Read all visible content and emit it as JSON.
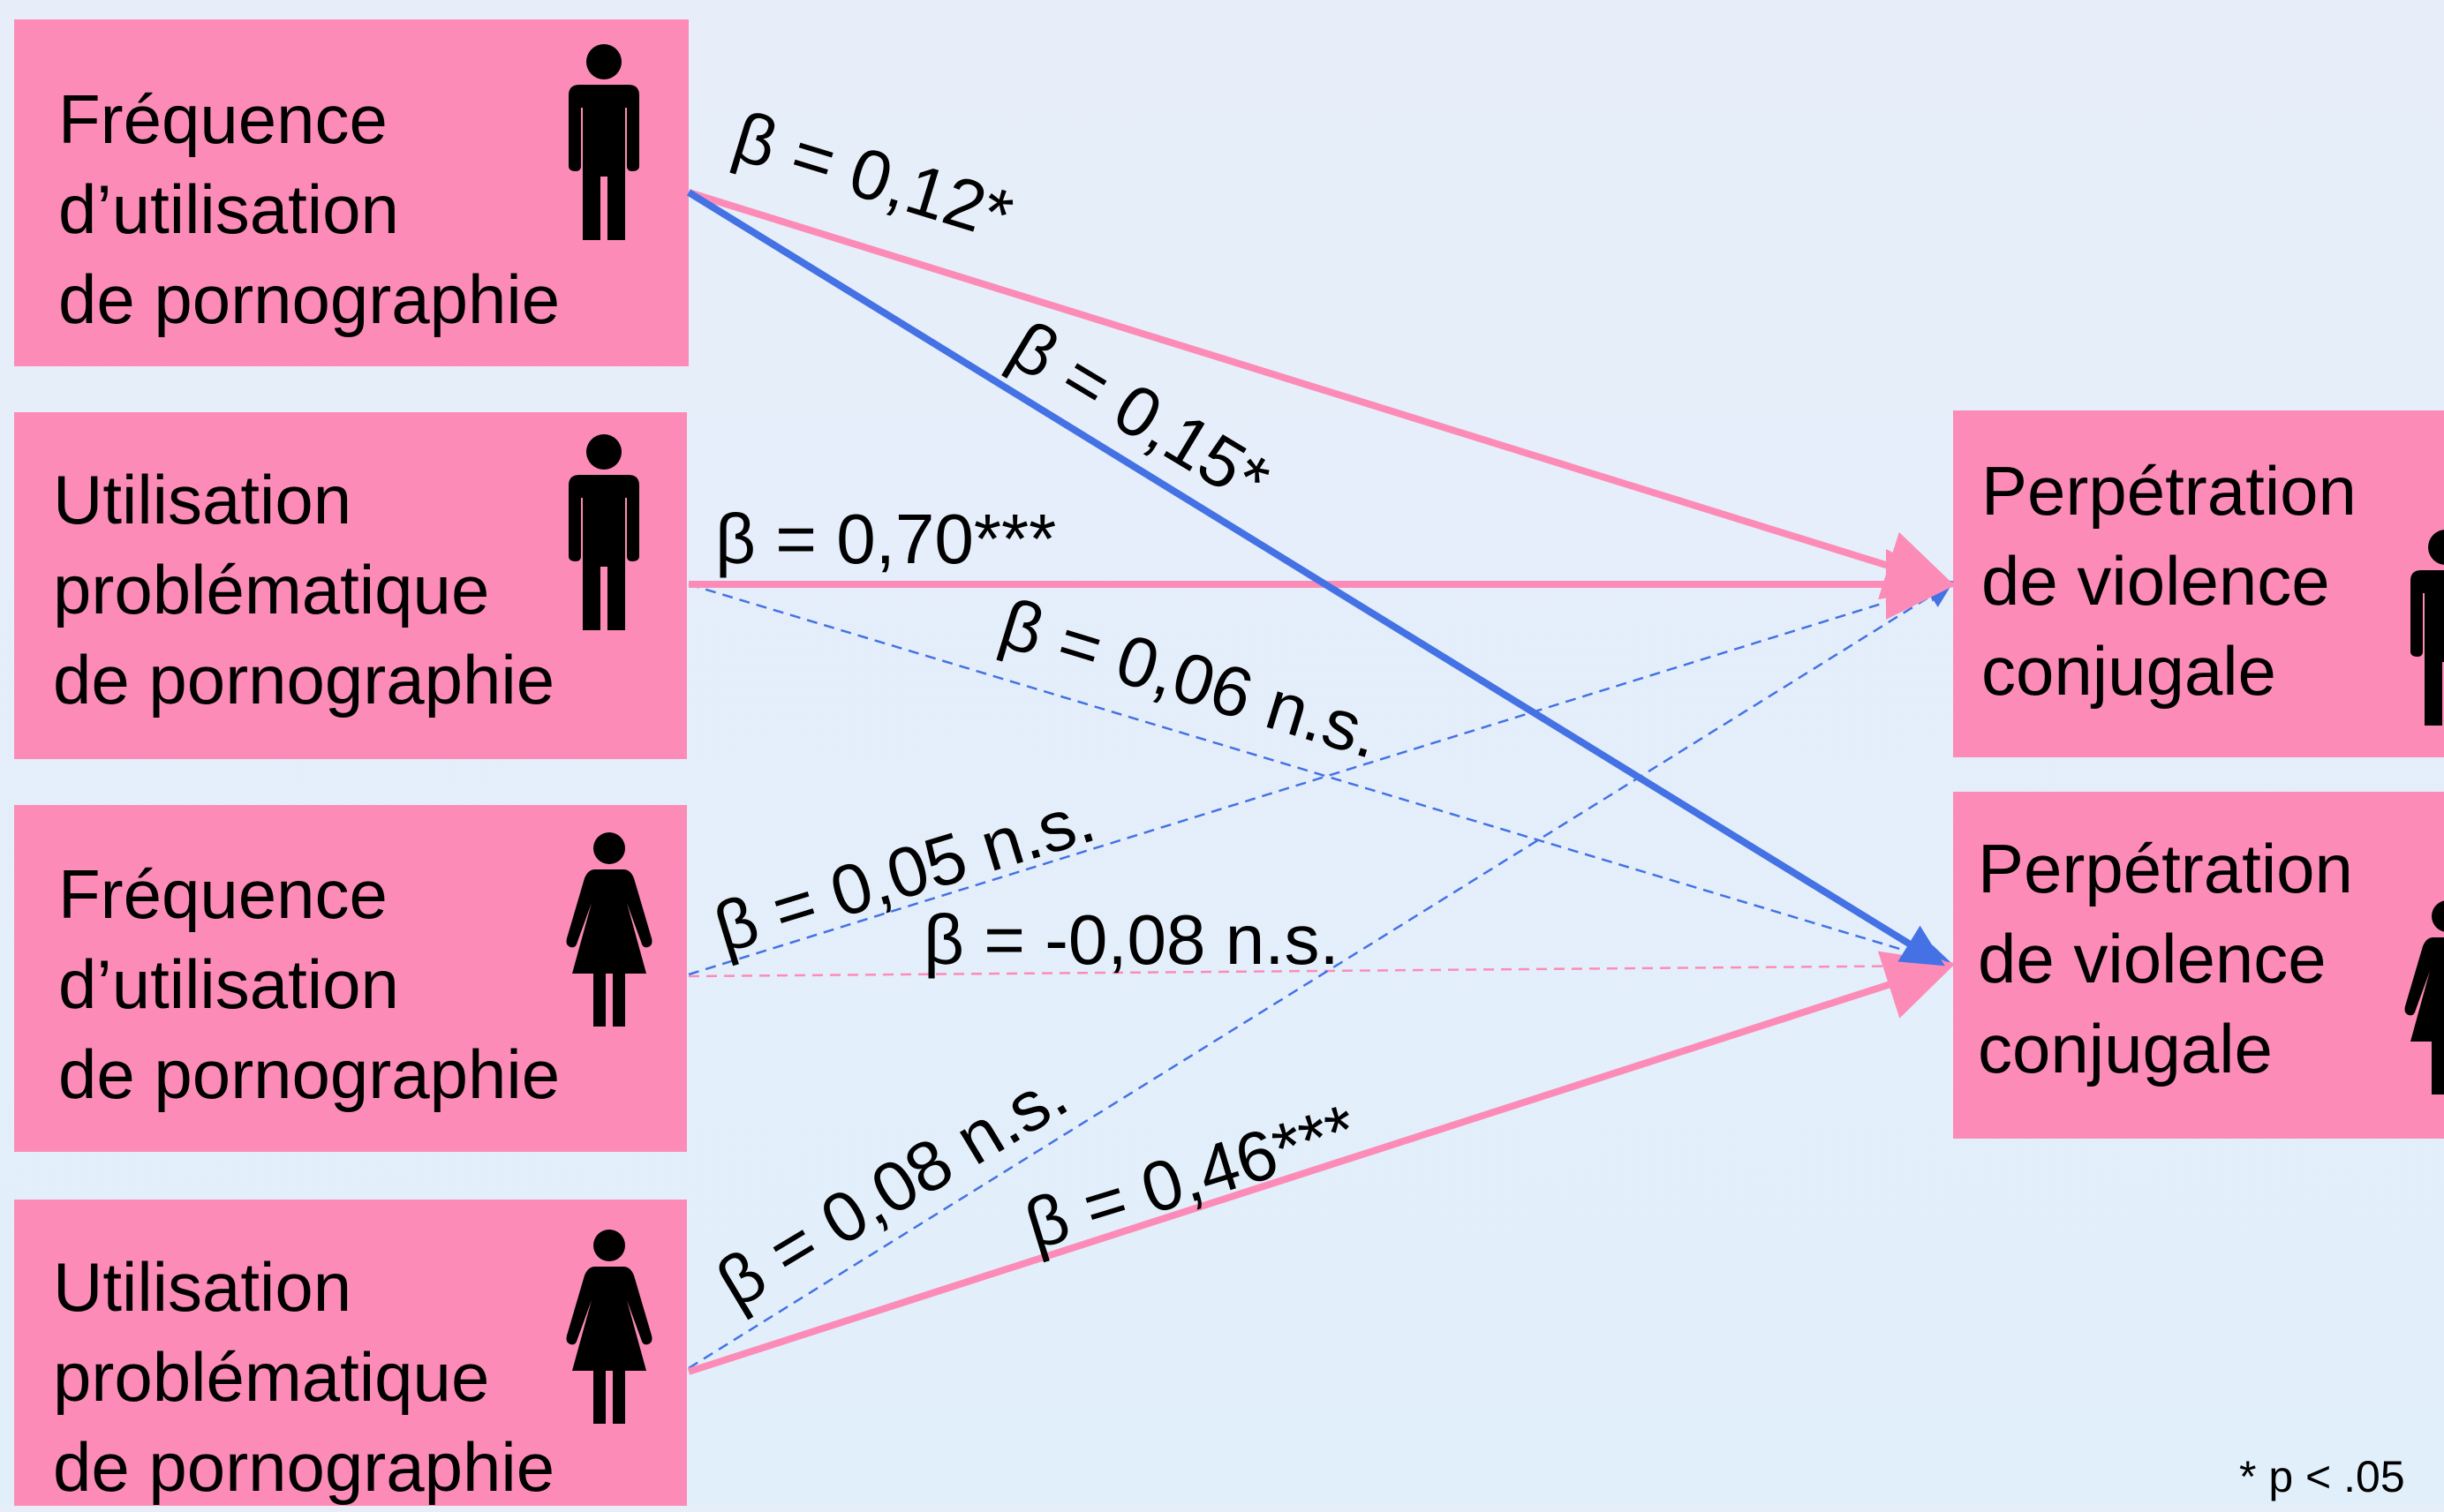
{
  "predictors": [
    {
      "lines": [
        "Fréquence",
        "d’utilisation",
        "de pornographie"
      ],
      "gender": "male"
    },
    {
      "lines": [
        "Utilisation",
        "problématique",
        "de pornographie"
      ],
      "gender": "male"
    },
    {
      "lines": [
        "Fréquence",
        "d’utilisation",
        "de pornographie"
      ],
      "gender": "female"
    },
    {
      "lines": [
        "Utilisation",
        "problématique",
        "de pornographie"
      ],
      "gender": "female"
    }
  ],
  "outcomes": [
    {
      "lines": [
        "Perpétration",
        "de violence",
        "conjugale"
      ],
      "gender": "male"
    },
    {
      "lines": [
        "Perpétration",
        "de violence",
        "conjugale"
      ],
      "gender": "female"
    }
  ],
  "paths": [
    {
      "label": "β = 0,12*",
      "from": "predictor-1",
      "to": "outcome-1",
      "significant": true
    },
    {
      "label": "β = 0,15*",
      "from": "predictor-1",
      "to": "outcome-2",
      "significant": true
    },
    {
      "label": "β = 0,70***",
      "from": "predictor-2",
      "to": "outcome-1",
      "significant": true
    },
    {
      "label": "β = 0,06 n.s.",
      "from": "predictor-2",
      "to": "outcome-2",
      "significant": false
    },
    {
      "label": "β = 0,05 n.s.",
      "from": "predictor-3",
      "to": "outcome-1",
      "significant": false
    },
    {
      "label": "β = -0,08 n.s.",
      "from": "predictor-3",
      "to": "outcome-2",
      "significant": false
    },
    {
      "label": "β = 0,08 n.s.",
      "from": "predictor-4",
      "to": "outcome-1",
      "significant": false
    },
    {
      "label": "β = 0,46***",
      "from": "predictor-4",
      "to": "outcome-2",
      "significant": true
    }
  ],
  "colors": {
    "pink": "#fc8cb7",
    "blue": "#4472e4",
    "box": "#fc8cb7"
  },
  "legend": "* p < .05"
}
